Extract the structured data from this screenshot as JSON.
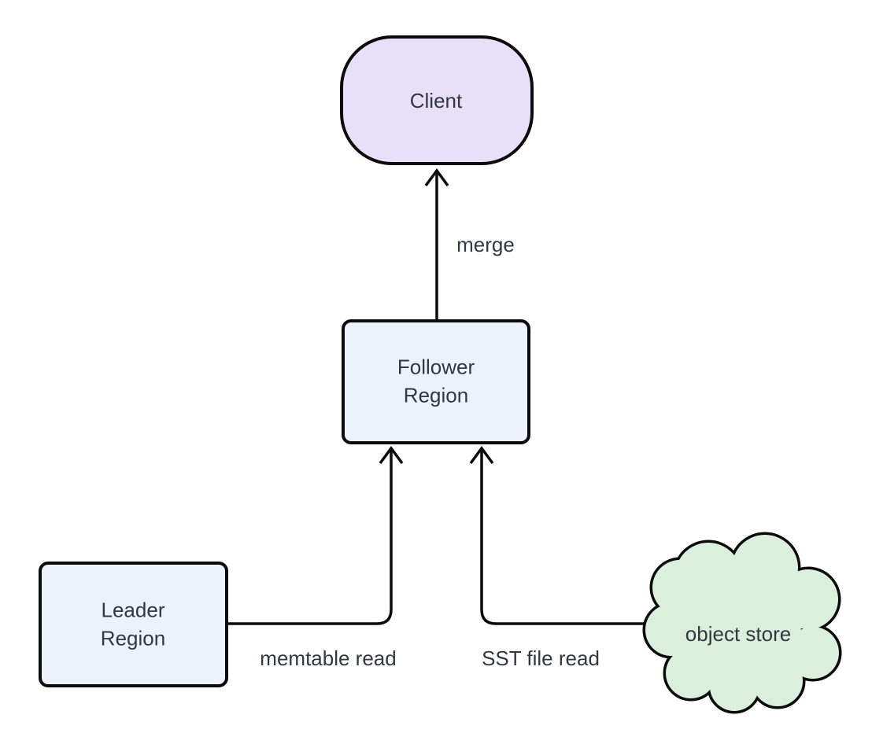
{
  "diagram": {
    "title": "",
    "nodes": {
      "client": {
        "label": "Client",
        "shape": "stadium"
      },
      "follower": {
        "label": "Follower Region",
        "shape": "rounded-rect"
      },
      "leader": {
        "label": "Leader Region",
        "shape": "rounded-rect"
      },
      "object_store": {
        "label": "object store",
        "shape": "cloud"
      }
    },
    "edges": [
      {
        "from": "follower",
        "to": "client",
        "label": "merge"
      },
      {
        "from": "leader",
        "to": "follower",
        "label": "memtable read"
      },
      {
        "from": "object_store",
        "to": "follower",
        "label": "SST file read"
      }
    ]
  },
  "colors": {
    "background": "#ffffff",
    "client_fill": "#e6e0f9",
    "region_fill": "#edf1fb",
    "cloud_fill": "#daf0dd",
    "stroke": "#0b0b0b",
    "text": "#333740"
  }
}
